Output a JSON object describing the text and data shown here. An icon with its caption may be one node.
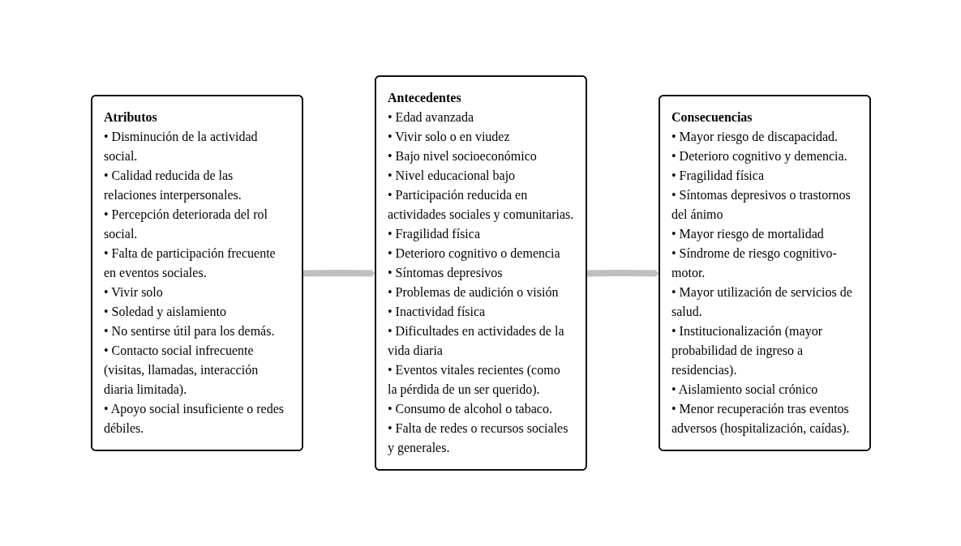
{
  "diagram": {
    "nodes": [
      {
        "text": [
          "Atributos",
          "• Disminución de la actividad social.",
          "• Calidad reducida de las relaciones interpersonales.",
          "• Percepción deteriorada del rol social.",
          "• Falta de participación frecuente en eventos sociales.",
          "• Vivir solo",
          "• Soledad y aislamiento",
          "• No sentirse útil para los demás.",
          "• Contacto social infrecuente (visitas, llamadas, interacción diaria limitada).",
          "• Apoyo social insuficiente o redes débiles."
        ]
      },
      {
        "text": [
          "Antecedentes",
          "• Edad avanzada",
          "• Vivir solo o en viudez",
          "• Bajo nivel socioeconómico",
          "• Nivel educacional bajo",
          "• Participación reducida en actividades sociales y comunitarias.",
          "• Fragilidad física",
          "• Deterioro cognitivo o demencia",
          "• Síntomas depresivos",
          "• Problemas de audición o visión",
          "• Inactividad física",
          "• Dificultades en actividades de la vida diaria",
          "• Eventos vitales recientes (como la pérdida de un ser querido).",
          "• Consumo de alcohol o tabaco.",
          "• Falta de redes o recursos sociales y generales."
        ]
      },
      {
        "text": [
          "Consecuencias",
          "• Mayor riesgo de discapacidad.",
          "• Deterioro cognitivo y demencia.",
          "• Fragilidad física",
          "• Síntomas depresivos o trastornos del ánimo",
          "• Mayor riesgo de mortalidad",
          "• Síndrome de riesgo cognitivo-motor.",
          "• Mayor utilización de servicios de salud.",
          "• Institucionalización (mayor probabilidad de ingreso a residencias).",
          "• Aislamiento social crónico",
          "• Menor recuperación tras eventos adversos (hospitalización, caídas)."
        ]
      }
    ],
    "edges": [
      {
        "from": 0,
        "to": 1,
        "arrow": "to"
      },
      {
        "from": 1,
        "to": 2,
        "arrow": "to"
      }
    ]
  }
}
